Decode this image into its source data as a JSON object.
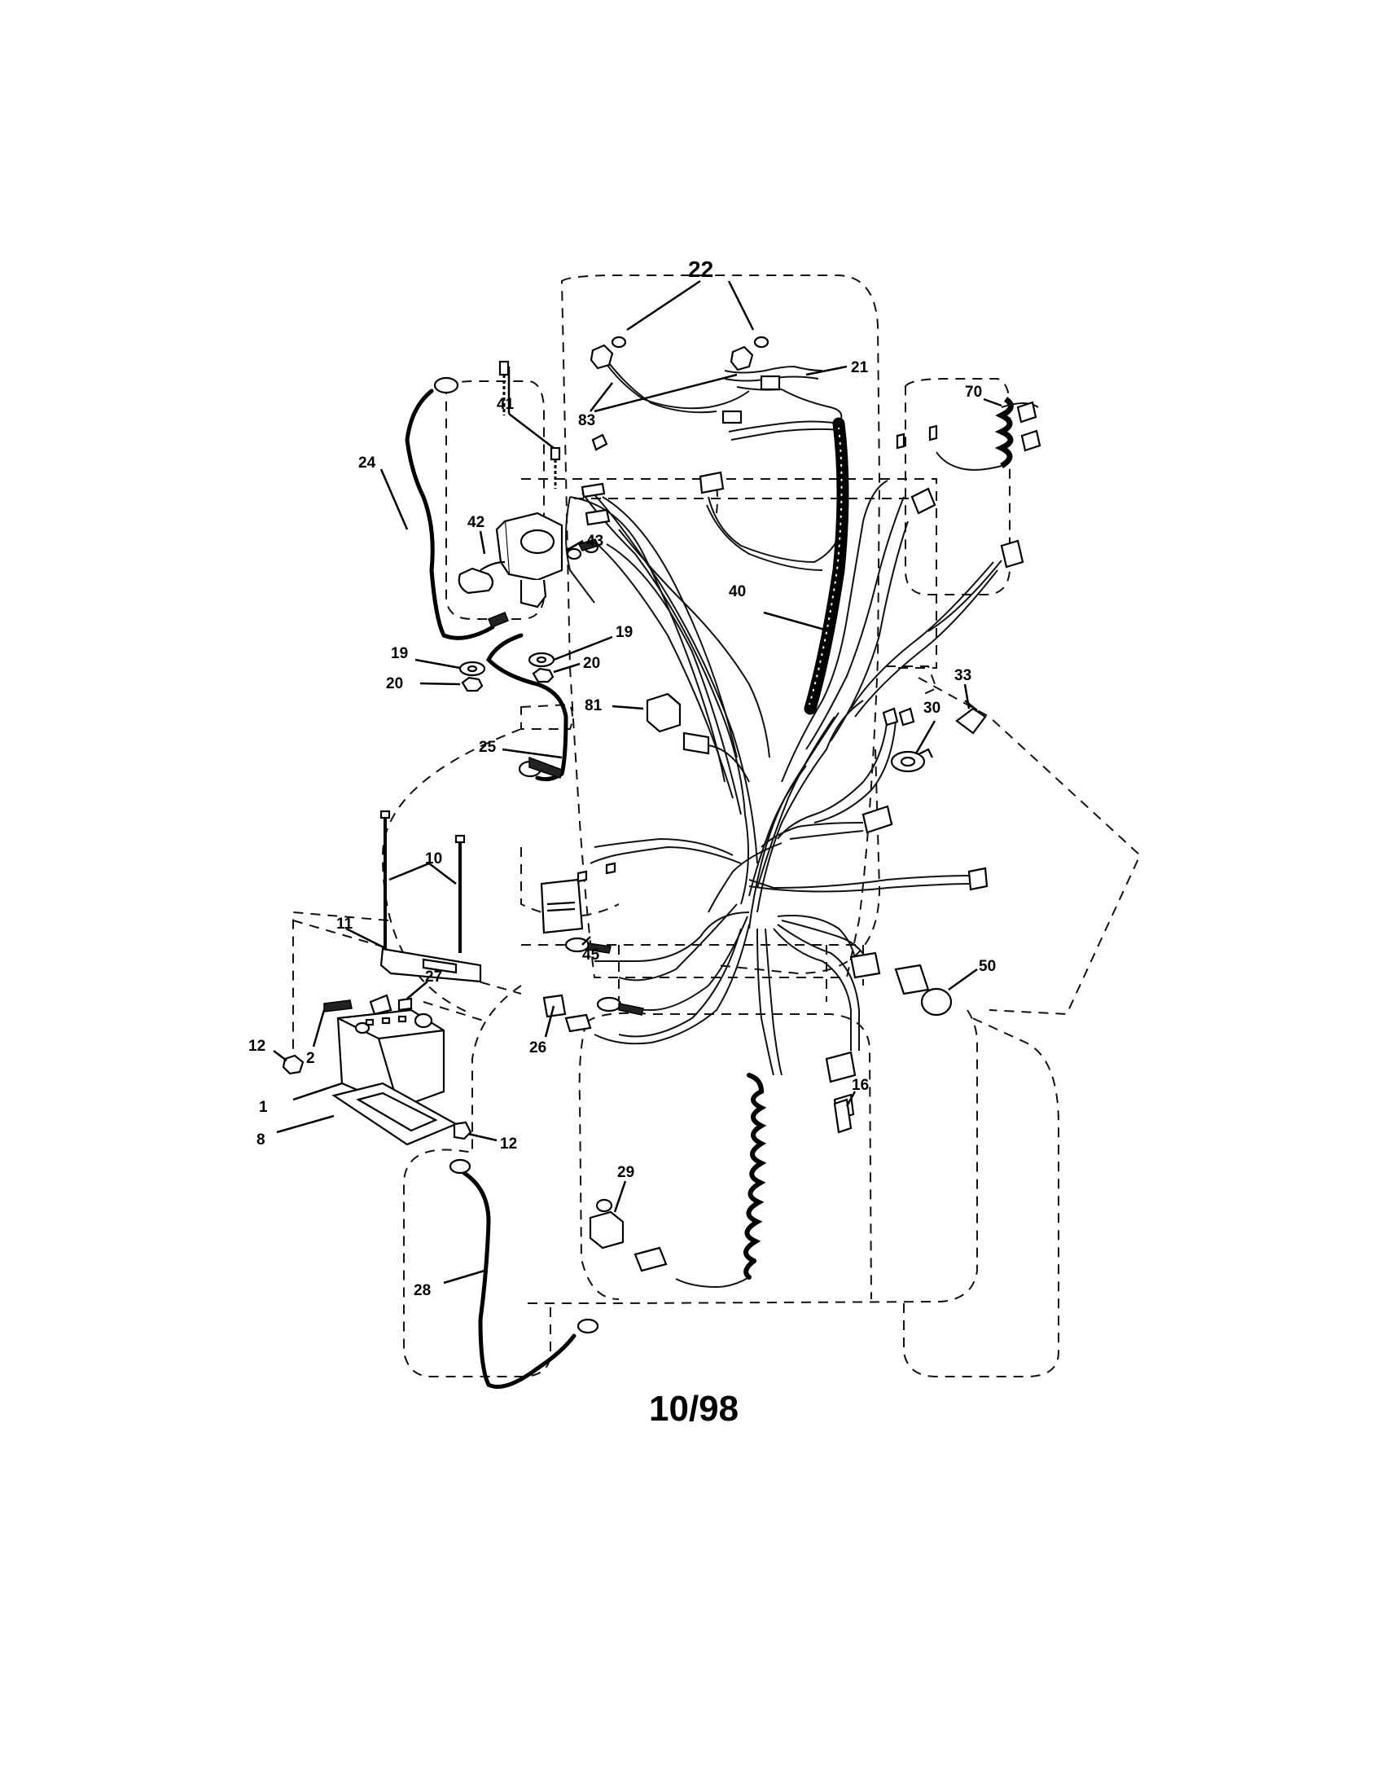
{
  "callouts": {
    "c22": "22",
    "c21": "21",
    "c83": "83",
    "c70": "70",
    "c41": "41",
    "c24": "24",
    "c42": "42",
    "c43": "43",
    "c40": "40",
    "c19a": "19",
    "c20a": "20",
    "c19b": "19",
    "c20b": "20",
    "c81": "81",
    "c25": "25",
    "c33": "33",
    "c30": "30",
    "c10": "10",
    "c11": "11",
    "c45": "45",
    "c27": "27",
    "c50": "50",
    "c12a": "12",
    "c2": "2",
    "c26": "26",
    "c1": "1",
    "c16": "16",
    "c8": "8",
    "c12b": "12",
    "c29": "29",
    "c28": "28"
  },
  "date_code": "10/98"
}
